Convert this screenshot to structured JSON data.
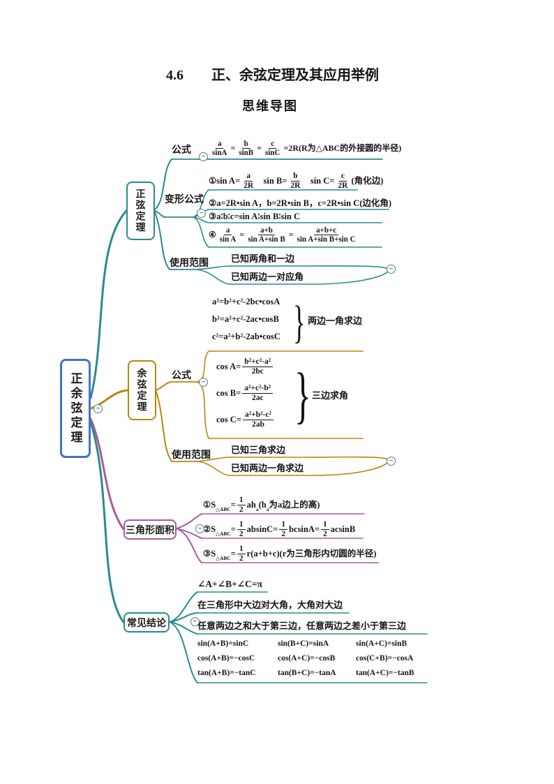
{
  "title": "4.6　　正、余弦定理及其应用举例",
  "subtitle": "思维导图",
  "colors": {
    "sine_teal": "#2a8a8f",
    "cosine_gold": "#b8860b",
    "area_purple": "#a55c9c",
    "root_blue": "#4472c4"
  },
  "icons": {
    "collapse": "−",
    "brace": "}"
  },
  "root": {
    "label": "正余弦定理"
  },
  "sine": {
    "label": "正弦定理",
    "formula_label": "公式",
    "formula": [
      [
        "a",
        "sinA"
      ],
      "=",
      [
        "b",
        "sinB"
      ],
      "=",
      [
        "c",
        "sinC"
      ],
      "=2R(R为△ABC的外接圆的半径)"
    ],
    "transform_label": "变形公式",
    "transforms": {
      "t1": [
        "①sin A=",
        [
          "a",
          "2R"
        ],
        "   sin B=",
        [
          "b",
          "2R"
        ],
        "   sin C=",
        [
          "c",
          "2R"
        ],
        "(角化边)"
      ],
      "t2": [
        "②a=2R•sin A，b=2R•sin B，c=2R•sin C(边化角)"
      ],
      "t3": [
        "③a∶b∶c=sin A∶sin B∶sin C"
      ],
      "t4": [
        "④",
        [
          "a",
          "sin A"
        ],
        "=",
        [
          "a+b",
          "sin A+sin B"
        ],
        "=",
        [
          "a+b+c",
          "sin A+sin B+sin C"
        ]
      ]
    },
    "scope_label": "使用范围",
    "scope1": "已知两角和一边",
    "scope2": "已知两边一对应角"
  },
  "cosine": {
    "label": "余弦定理",
    "formula_label": "公式",
    "edge_formulas": {
      "l1": [
        "a²=b²+c²-2bc•cosA"
      ],
      "l2": [
        "b²=a²+c²-2ac•cosB"
      ],
      "l3": [
        "c²=a²+b²-2ab•cosC"
      ],
      "brace_label": "两边一角求边"
    },
    "angle_formulas": {
      "l1": [
        "cos A=",
        [
          "b²+c²-a²",
          "2bc"
        ]
      ],
      "l2": [
        "cos B=",
        [
          "a²+c²-b²",
          "2ac"
        ]
      ],
      "l3": [
        "cos C=",
        [
          "a²+b²-c²",
          "2ab"
        ]
      ],
      "brace_label": "三边求角"
    },
    "scope_label": "使用范围",
    "scope1": "已知三角求边",
    "scope2": "已知两边一角求边"
  },
  "area": {
    "label": "三角形面积",
    "f1": [
      "①S",
      {
        "sub": "△ABC"
      },
      "=",
      [
        "1",
        "2"
      ],
      "ah",
      {
        "sub": "a"
      },
      "(h",
      {
        "sub": "a"
      },
      "为a边上的高)"
    ],
    "f2": [
      "②S",
      {
        "sub": "△ABC"
      },
      "=",
      [
        "1",
        "2"
      ],
      "absinC=",
      [
        "1",
        "2"
      ],
      "bcsinA=",
      [
        "1",
        "2"
      ],
      "acsinB"
    ],
    "f3": [
      "③S",
      {
        "sub": "△ABC"
      },
      "=",
      [
        "1",
        "2"
      ],
      "r(a+b+c)(r为三角形内切圆的半径)"
    ]
  },
  "conclusions": {
    "label": "常见结论",
    "item1": "∠A+∠B+∠C=π",
    "item2": "在三角形中大边对大角，大角对大边",
    "item3": "任意两边之和大于第三边，任意两边之差小于第三边",
    "table": {
      "rows": [
        [
          "sin(A+B)=sinC",
          "sin(B+C)=sinA",
          "sin(A+C)=sinB"
        ],
        [
          "cos(A+B)=−cosC",
          "cos(A+C)=−cosB",
          "cos(C+B)=−cosA"
        ],
        [
          "tan(A+B)=−tanC",
          "tan(B+C)=−tanA",
          "tan(A+C)=−tanB"
        ]
      ]
    }
  }
}
